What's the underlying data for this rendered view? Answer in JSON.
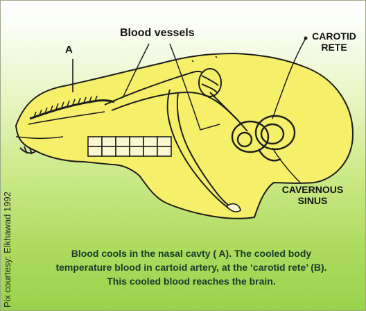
{
  "labels": {
    "blood_vessels": "Blood vessels",
    "carotid_line1": "CAROTID",
    "carotid_line2": "RETE",
    "cavernous_line1": "CAVERNOUS",
    "cavernous_line2": "SINUS",
    "nasal_marker": "A"
  },
  "credit": "Pix courtesy: Elkhawad 1992",
  "caption": {
    "line1": "Blood cools in the nasal cavty ( A). The cooled body",
    "line2": "temperature blood in cartoid artery, at the ‘carotid rete’ (B).",
    "line3": "This cooled blood reaches the brain."
  },
  "colors": {
    "skull_fill": "#f5ef6a",
    "background_top": "#ffffff",
    "background_bottom": "#9ad24c",
    "caption_text": "#163a2a"
  }
}
